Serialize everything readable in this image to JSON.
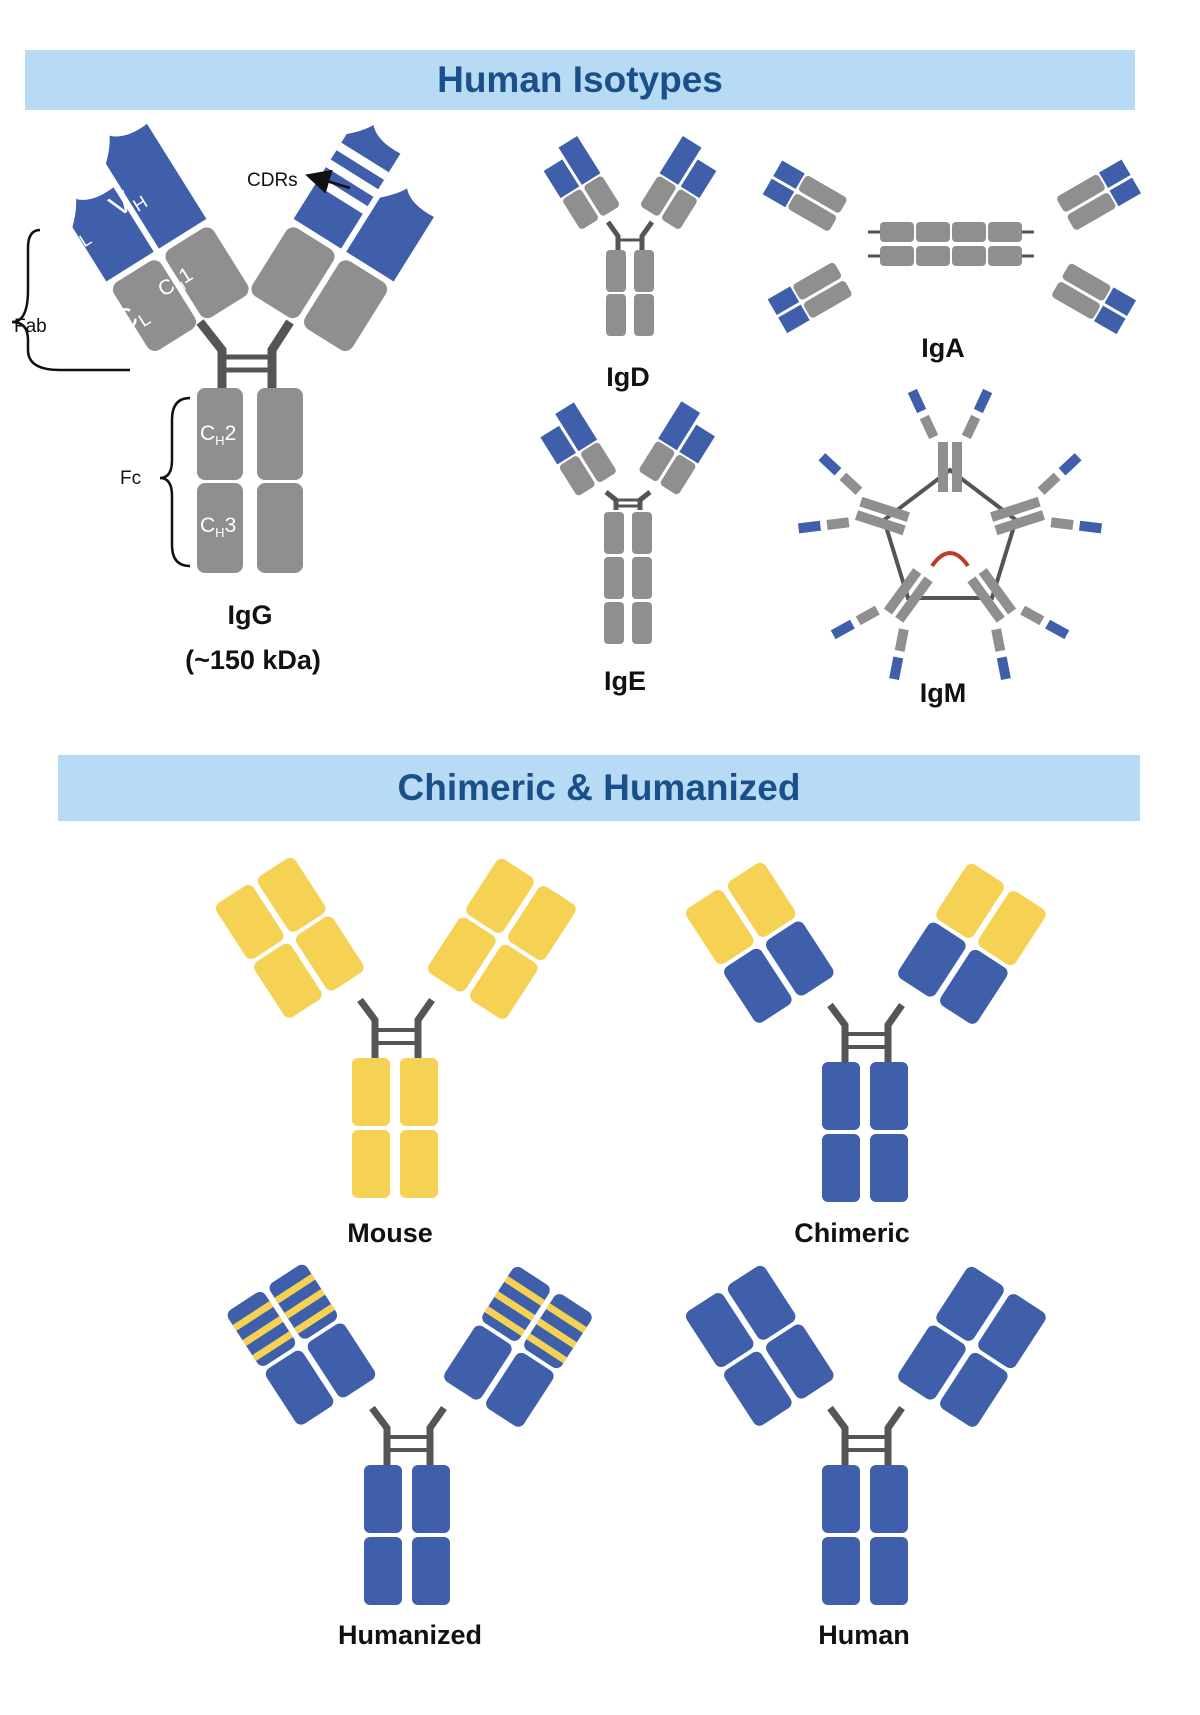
{
  "headers": {
    "isotypes": "Human Isotypes",
    "chimeric": "Chimeric & Humanized"
  },
  "isotypes": {
    "igg": "IgG",
    "igg_mass": "(~150 kDa)",
    "igd": "IgD",
    "iga": "IgA",
    "ige": "IgE",
    "igm": "IgM"
  },
  "annotations": {
    "cdrs": "CDRs",
    "fab": "Fab",
    "fc": "Fc"
  },
  "domains": {
    "vl": "V",
    "vl_sub": "L",
    "vh": "V",
    "vh_sub": "H",
    "cl": "C",
    "cl_sub": "L",
    "ch1": "C",
    "ch1_sub": "H",
    "ch1_num": "1",
    "ch2": "C",
    "ch2_sub": "H",
    "ch2_num": "2",
    "ch3": "C",
    "ch3_sub": "H",
    "ch3_num": "3"
  },
  "types": {
    "mouse": "Mouse",
    "chimeric": "Chimeric",
    "humanized": "Humanized",
    "human": "Human"
  },
  "colors": {
    "human_blue": "#3f5faa",
    "mouse_yellow": "#f5d154",
    "constant_gray": "#8f8f8f",
    "hinge_dark": "#555555",
    "banner_bg": "#b8dbf5",
    "banner_text": "#1a4f8a"
  }
}
